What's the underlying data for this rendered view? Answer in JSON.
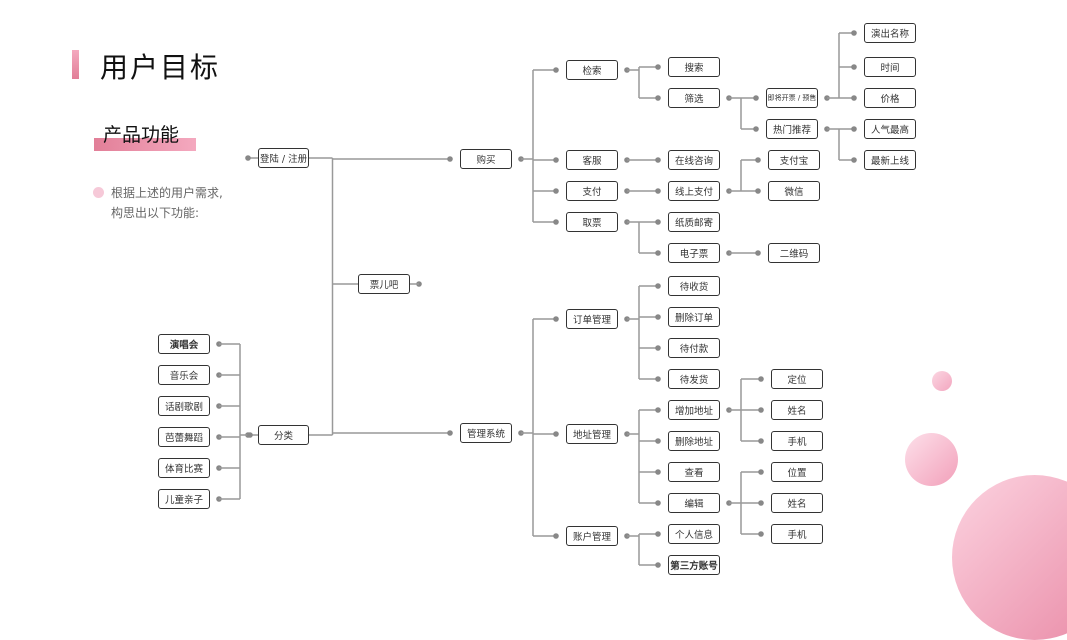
{
  "header": {
    "title": "用户目标",
    "subtitle": "产品功能"
  },
  "description": {
    "line1": "根据上述的用户需求,",
    "line2": "构思出以下功能:"
  },
  "colors": {
    "accent": "#e27f98",
    "accent_light": "#f4a9bf",
    "line": "#999999",
    "dot": "#888888",
    "border": "#333333"
  },
  "nodes": {
    "root": "票儿吧",
    "login": "登陆 / 注册",
    "category": "分类",
    "cat1": "演唱会",
    "cat2": "音乐会",
    "cat3": "话剧歌剧",
    "cat4": "芭蕾舞蹈",
    "cat5": "体育比赛",
    "cat6": "儿童亲子",
    "buy": "购买",
    "manage": "管理系统",
    "search": "检索",
    "service": "客服",
    "pay": "支付",
    "ticket": "取票",
    "order": "订单管理",
    "address": "地址管理",
    "account": "账户管理",
    "s_search": "搜索",
    "s_filter": "筛选",
    "online": "在线咨询",
    "onlinepay": "线上支付",
    "paper": "纸质邮寄",
    "eticket": "电子票",
    "o1": "待收货",
    "o2": "删除订单",
    "o3": "待付款",
    "o4": "待发货",
    "a1": "增加地址",
    "a2": "删除地址",
    "a3": "查看",
    "a4": "编辑",
    "u1": "个人信息",
    "u2": "第三方账号",
    "presale": "即将开票 / 预售",
    "hot": "热门推荐",
    "alipay": "支付宝",
    "wechat": "微信",
    "qrcode": "二维码",
    "loc": "定位",
    "name1": "姓名",
    "phone1": "手机",
    "pos": "位置",
    "name2": "姓名",
    "phone2": "手机",
    "f1": "演出名称",
    "f2": "时间",
    "f3": "价格",
    "f4": "人气最高",
    "f5": "最新上线"
  }
}
